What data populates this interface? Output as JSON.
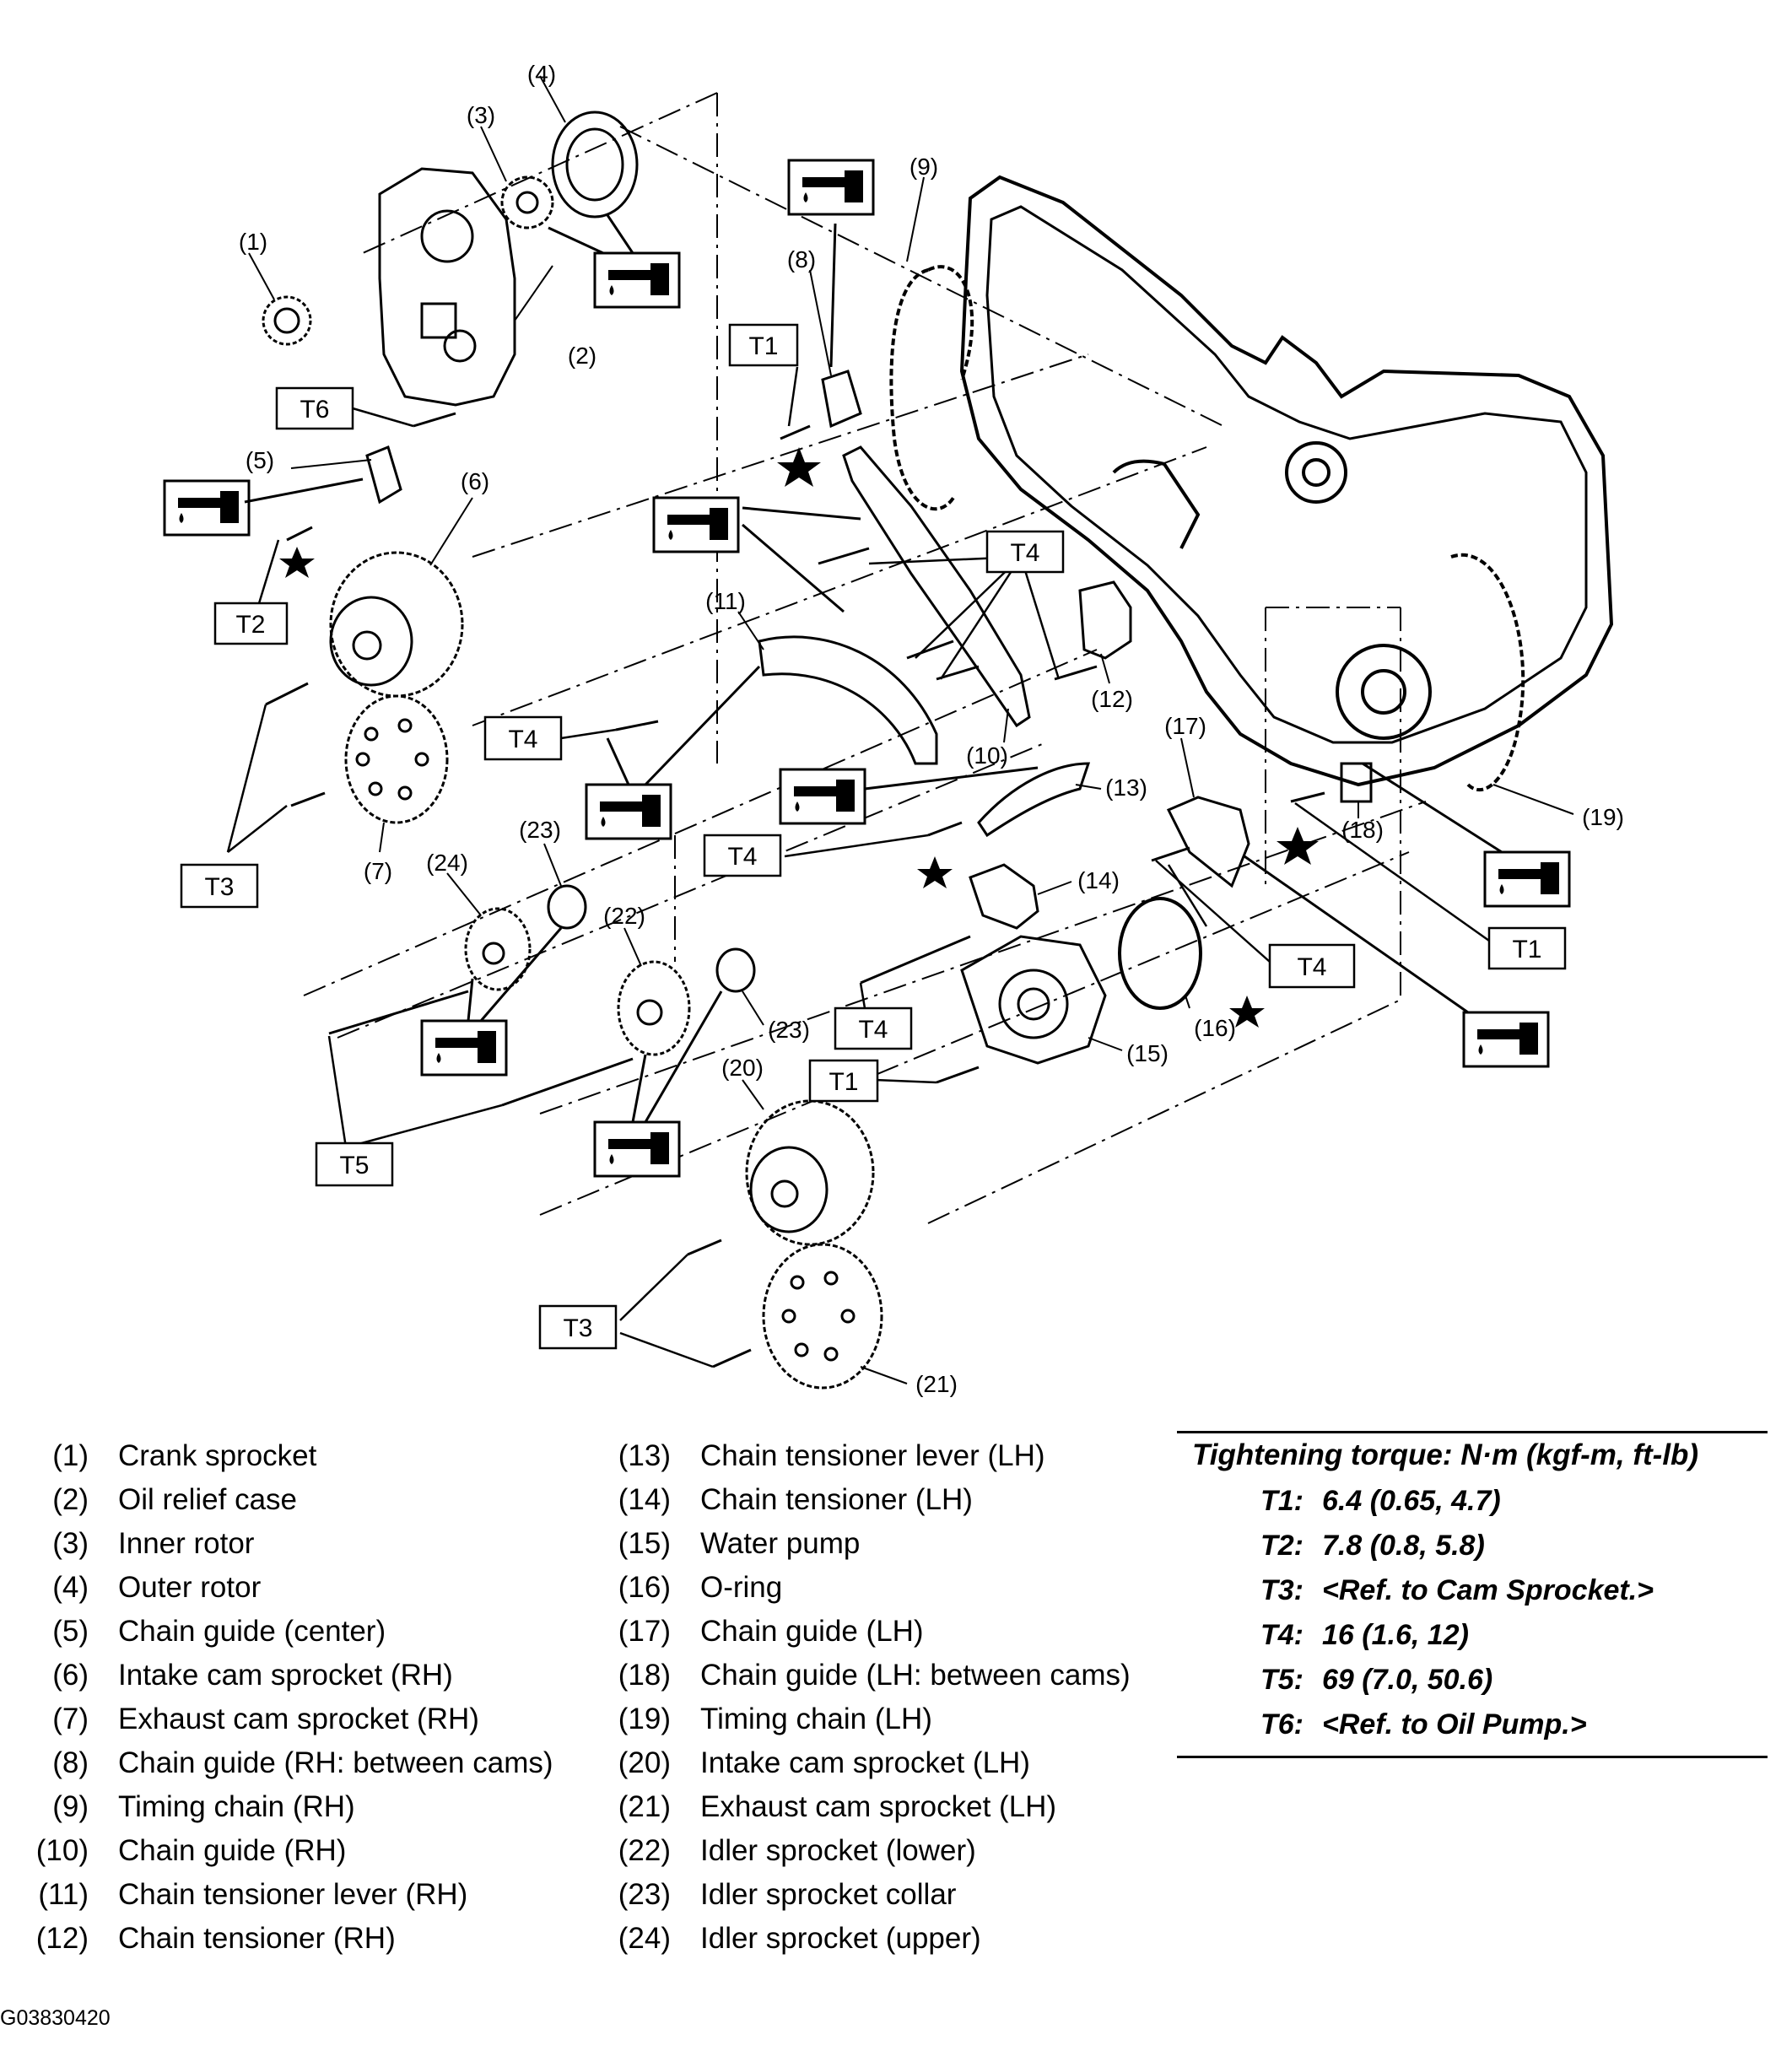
{
  "callouts": [
    "(1)",
    "(2)",
    "(3)",
    "(4)",
    "(5)",
    "(6)",
    "(7)",
    "(8)",
    "(9)",
    "(10)",
    "(11)",
    "(12)",
    "(13)",
    "(14)",
    "(15)",
    "(16)",
    "(17)",
    "(18)",
    "(19)",
    "(20)",
    "(21)",
    "(22)",
    "(23)",
    "(23)",
    "(24)"
  ],
  "torque_tags": [
    "T1",
    "T1",
    "T1",
    "T2",
    "T3",
    "T3",
    "T4",
    "T4",
    "T4",
    "T4",
    "T4",
    "T5",
    "T6"
  ],
  "legend": [
    {
      "num": "(1)",
      "label": "Crank sprocket"
    },
    {
      "num": "(2)",
      "label": "Oil relief case"
    },
    {
      "num": "(3)",
      "label": "Inner rotor"
    },
    {
      "num": "(4)",
      "label": "Outer rotor"
    },
    {
      "num": "(5)",
      "label": "Chain guide (center)"
    },
    {
      "num": "(6)",
      "label": "Intake cam sprocket (RH)"
    },
    {
      "num": "(7)",
      "label": "Exhaust cam sprocket (RH)"
    },
    {
      "num": "(8)",
      "label": "Chain guide (RH: between cams)"
    },
    {
      "num": "(9)",
      "label": "Timing chain (RH)"
    },
    {
      "num": "(10)",
      "label": "Chain guide (RH)"
    },
    {
      "num": "(11)",
      "label": "Chain tensioner lever (RH)"
    },
    {
      "num": "(12)",
      "label": "Chain tensioner (RH)"
    },
    {
      "num": "(13)",
      "label": "Chain tensioner lever (LH)"
    },
    {
      "num": "(14)",
      "label": "Chain tensioner (LH)"
    },
    {
      "num": "(15)",
      "label": "Water pump"
    },
    {
      "num": "(16)",
      "label": "O-ring"
    },
    {
      "num": "(17)",
      "label": "Chain guide (LH)"
    },
    {
      "num": "(18)",
      "label": "Chain guide (LH: between cams)"
    },
    {
      "num": "(19)",
      "label": "Timing chain (LH)"
    },
    {
      "num": "(20)",
      "label": "Intake cam sprocket (LH)"
    },
    {
      "num": "(21)",
      "label": "Exhaust cam sprocket (LH)"
    },
    {
      "num": "(22)",
      "label": "Idler sprocket (lower)"
    },
    {
      "num": "(23)",
      "label": "Idler sprocket collar"
    },
    {
      "num": "(24)",
      "label": "Idler sprocket (upper)"
    }
  ],
  "torque": {
    "heading": "Tightening torque: N·m (kgf-m, ft-lb)",
    "rows": [
      {
        "key": "T1:",
        "value": "6.4 (0.65, 4.7)"
      },
      {
        "key": "T2:",
        "value": "7.8 (0.8, 5.8)"
      },
      {
        "key": "T3:",
        "value": "<Ref. to Cam Sprocket.>"
      },
      {
        "key": "T4:",
        "value": "16 (1.6, 12)"
      },
      {
        "key": "T5:",
        "value": "69 (7.0, 50.6)"
      },
      {
        "key": "T6:",
        "value": "<Ref. to Oil Pump.>"
      }
    ]
  },
  "figure_code": "G03830420"
}
